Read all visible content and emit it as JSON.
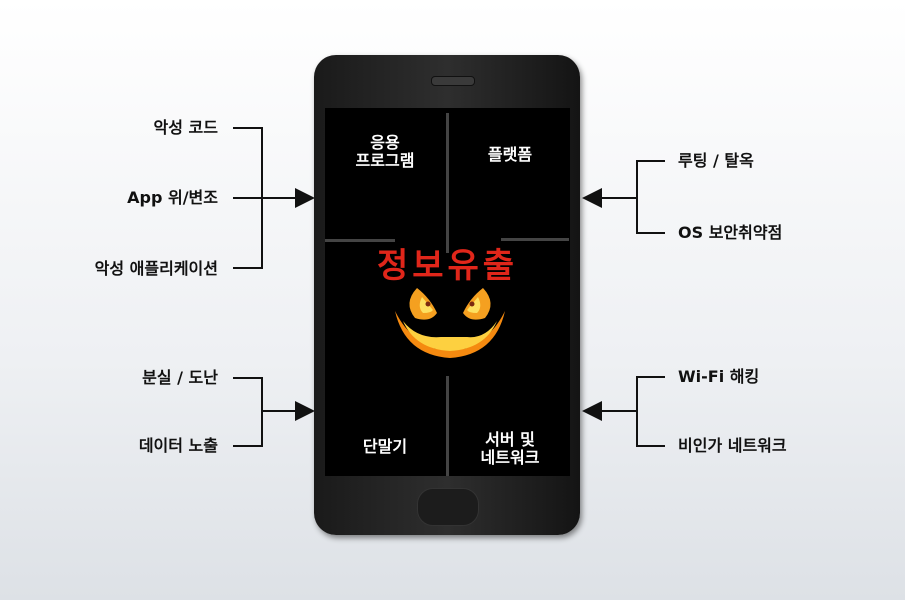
{
  "left_groups": [
    {
      "items": [
        "악성 코드",
        "App 위/변조",
        "악성 애플리케이션"
      ]
    },
    {
      "items": [
        "분실 / 도난",
        "데이터 노출"
      ]
    }
  ],
  "right_groups": [
    {
      "items": [
        "루팅 / 탈옥",
        "OS 보안취약점"
      ]
    },
    {
      "items": [
        "Wi-Fi 해킹",
        "비인가 네트워크"
      ]
    }
  ],
  "phone": {
    "center_title": "정보유출",
    "quadrants": {
      "top_left": [
        "응용",
        "프로그램"
      ],
      "top_right": [
        "플랫폼"
      ],
      "bottom_left": [
        "단말기"
      ],
      "bottom_right": [
        "서버 및",
        "네트워크"
      ]
    }
  },
  "colors": {
    "title": "#e0261a",
    "pumpkin": "#f5a020"
  }
}
